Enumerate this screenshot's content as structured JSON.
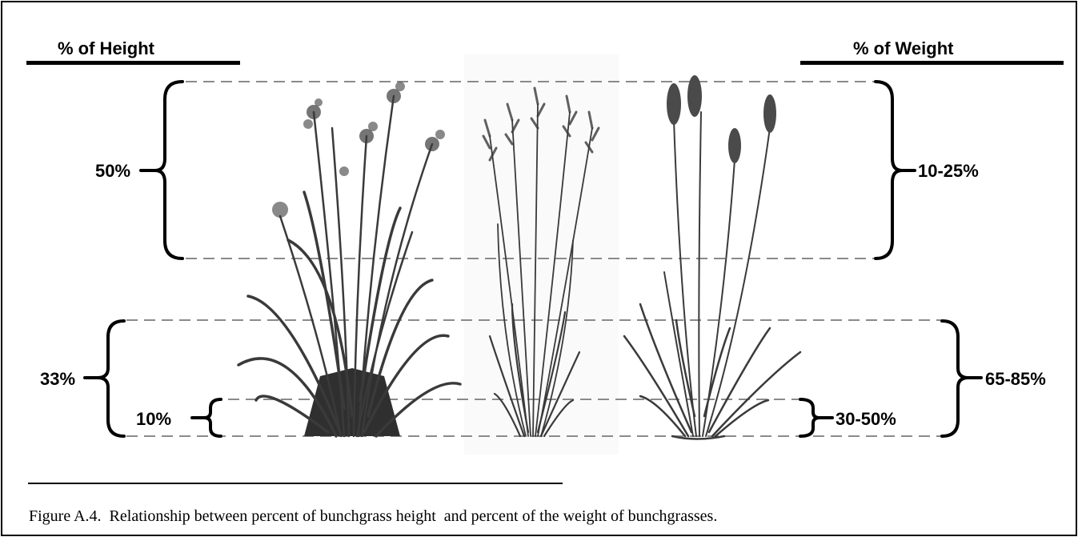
{
  "headings": {
    "left": "% of Height",
    "right": "% of Weight"
  },
  "height_labels": {
    "top": "50%",
    "lower_third": "33%",
    "bottom": "10%"
  },
  "weight_labels": {
    "top": "10-25%",
    "lower_third": "65-85%",
    "bottom": "30-50%"
  },
  "caption": "Figure A.4.  Relationship between percent of bunchgrass height  and percent of the weight of bunchgrasses.",
  "colors": {
    "ink": "#000000",
    "dashed_guides": "#8a8a8a",
    "plant_ink": "#3a3a3a"
  },
  "icons": [
    "bunchgrass-plant-1",
    "bunchgrass-plant-2",
    "bunchgrass-plant-3"
  ]
}
